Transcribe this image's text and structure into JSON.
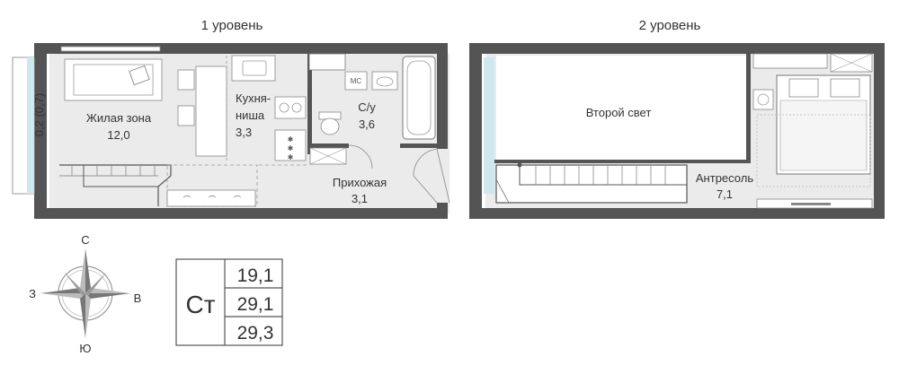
{
  "levels": [
    {
      "title": "1 уровень"
    },
    {
      "title": "2 уровень"
    }
  ],
  "rooms": {
    "living": {
      "name": "Жилая зона",
      "area": "12,0"
    },
    "kitchen": {
      "name_line1": "Кухня-",
      "name_line2": "ниша",
      "area": "3,3"
    },
    "bath": {
      "name": "С/у",
      "area": "3,6"
    },
    "hall": {
      "name": "Прихожая",
      "area": "3,1"
    },
    "second_light": {
      "name": "Второй свет"
    },
    "mezzanine": {
      "name": "Антресоль",
      "area": "7,1"
    }
  },
  "balcony_label": "0,2 (0,7)",
  "washer_label": "МС",
  "compass": {
    "north": "С",
    "south": "Ю",
    "west": "З",
    "east": "В"
  },
  "summary": {
    "type": "Ст",
    "areas": [
      "19,1",
      "29,1",
      "29,3"
    ]
  },
  "colors": {
    "wall": "#545454",
    "line": "#888888",
    "fill": "#ebebeb",
    "glass": "#cfe8ef"
  }
}
